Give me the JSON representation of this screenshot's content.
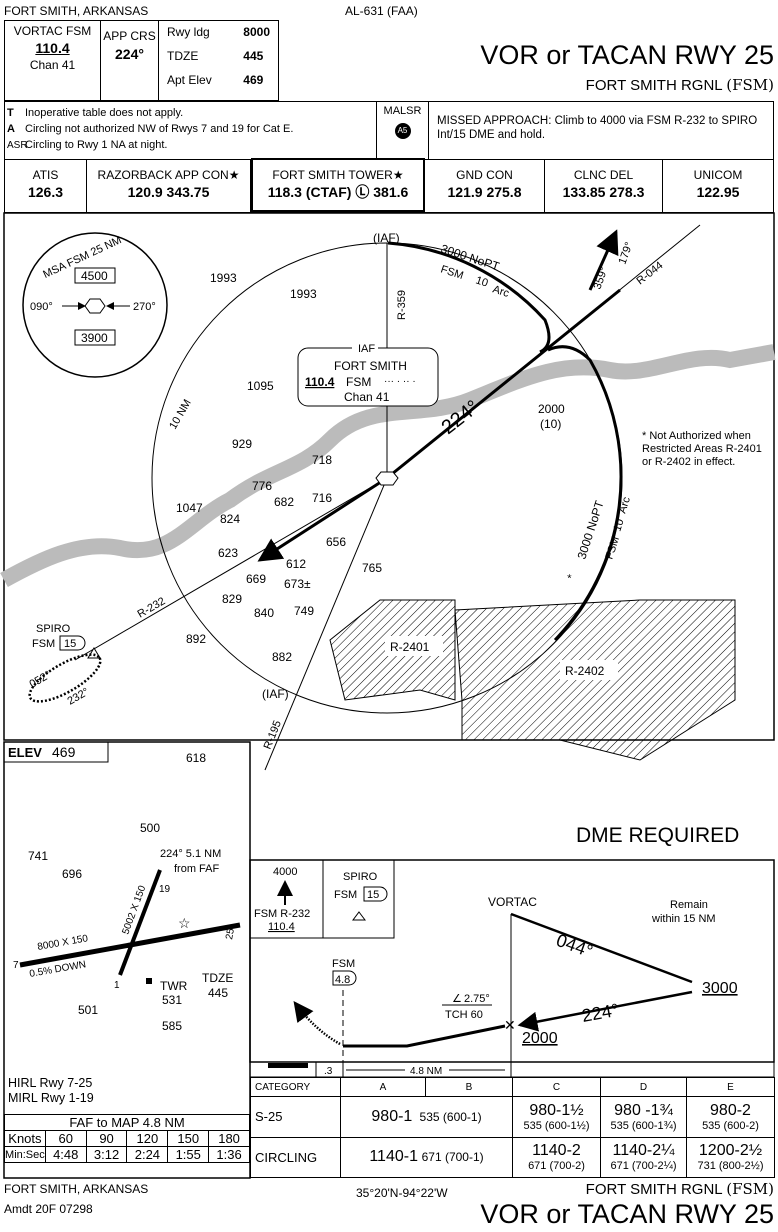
{
  "header": {
    "location": "FORT SMITH, ARKANSAS",
    "chart_id": "AL-631 (FAA)",
    "title": "VOR or TACAN RWY 25",
    "airport": "FORT SMITH RGNL",
    "airport_id": "(FSM)"
  },
  "briefing": {
    "nav_label": "VORTAC FSM",
    "nav_freq": "110.4",
    "nav_chan": "Chan 41",
    "app_crs_label": "APP CRS",
    "app_crs": "224°",
    "rwy_ldg_label": "Rwy ldg",
    "rwy_ldg": "8000",
    "tdze_label": "TDZE",
    "tdze": "445",
    "apt_elev_label": "Apt Elev",
    "apt_elev": "469"
  },
  "notes": {
    "items": [
      {
        "symbol": "T",
        "text": "Inoperative table does not apply."
      },
      {
        "symbol": "A",
        "text": "Circling not authorized NW of Rwys 7 and 19 for Cat E."
      },
      {
        "symbol": "ASR",
        "text": "Circling to Rwy 1 NA at night."
      }
    ],
    "lighting": "MALSR",
    "lighting_badge": "A5",
    "missed_approach": "MISSED APPROACH:  Climb to 4000 via FSM R-232 to SPIRO Int/15 DME and hold."
  },
  "frequencies": [
    {
      "name": "ATIS",
      "value": "126.3"
    },
    {
      "name": "RAZORBACK APP CON★",
      "value": "120.9  343.75"
    },
    {
      "name": "FORT SMITH TOWER★",
      "value": "118.3 (CTAF) Ⓛ 381.6"
    },
    {
      "name": "GND CON",
      "value": "121.9  275.8"
    },
    {
      "name": "CLNC DEL",
      "value": "133.85  278.3"
    },
    {
      "name": "UNICOM",
      "value": "122.95"
    }
  ],
  "plan": {
    "msa_title": "MSA FSM 25 NM",
    "msa_north": "4500",
    "msa_south": "3900",
    "msa_left": "090°",
    "msa_right": "270°",
    "iaf_top": "(IAF)",
    "iaf_bottom": "(IAF)",
    "arc_top": "3000 NoPT",
    "arc_top_fix": "FSM",
    "arc_dme": "10",
    "arc_word": "Arc",
    "arc_right": "3000 NoPT",
    "arc_right_star": "*",
    "r359": "R-359",
    "r044": "R-044",
    "r232": "R-232",
    "r195": "R-195",
    "deg359": "359°",
    "deg179": "179°",
    "ten_nm": "10 NM",
    "facility": {
      "iaf": "IAF",
      "name": "FORT SMITH",
      "freq": "110.4",
      "ident": "FSM",
      "morse": "··· ·  ·· ·",
      "chan": "Chan 41"
    },
    "course": "224°",
    "fix_alt": "2000",
    "fix_dme": "(10)",
    "note": "* Not Authorized when Restricted Areas R-2401 or R-2402 in effect.",
    "spiro": "SPIRO",
    "spiro_fix": "FSM",
    "spiro_dme": "15",
    "hold_in": "052°",
    "hold_out": "232°",
    "r2401": "R-2401",
    "r2402": "R-2402",
    "dme_required": "DME REQUIRED",
    "elevations": [
      "1993",
      "1993",
      "1095",
      "929",
      "718",
      "776",
      "682",
      "716",
      "1047",
      "824",
      "623",
      "612",
      "656",
      "669",
      "673±",
      "765",
      "829",
      "840",
      "749",
      "892",
      "882"
    ]
  },
  "airport": {
    "elev_label": "ELEV",
    "elev": "469",
    "obs": [
      "618",
      "500",
      "741",
      "696",
      "501",
      "585"
    ],
    "faf_note1": "224° 5.1 NM",
    "faf_note2": "from FAF",
    "rwy1": "8000 X 150",
    "rwy2": "5002 X 150",
    "gradient": "0.5% DOWN",
    "twr": "TWR",
    "twr_elev": "531",
    "tdze": "TDZE",
    "tdze_val": "445",
    "r7": "7",
    "r25": "25",
    "r1": "1",
    "r19": "19",
    "lights": [
      "HIRL Rwy 7-25",
      "MIRL Rwy 1-19"
    ],
    "faf_map": "FAF to MAP  4.8 NM",
    "timing": {
      "knots_label": "Knots",
      "knots": [
        "60",
        "90",
        "120",
        "150",
        "180"
      ],
      "time_label": "Min:Sec",
      "times": [
        "4:48",
        "3:12",
        "2:24",
        "1:55",
        "1:36"
      ]
    }
  },
  "profile": {
    "ma_alt": "4000",
    "ma_radial": "FSM R-232",
    "ma_freq": "110.4",
    "hold_fix": "SPIRO",
    "hold_fix_dme_ident": "FSM",
    "hold_fix_dme": "15",
    "vortac": "VORTAC",
    "remain": "Remain",
    "remain2": "within 15 NM",
    "outbound": "044°",
    "inbound": "224°",
    "proc_alt": "3000",
    "fix_alt": "2000",
    "faf_ident": "FSM",
    "faf_dme": "4.8",
    "gs": "2.75°",
    "tch": "TCH 60",
    "scale1": ".3",
    "scale2": "4.8 NM"
  },
  "minimums": {
    "headers": [
      "CATEGORY",
      "A",
      "B",
      "C",
      "D",
      "E"
    ],
    "rows": [
      {
        "label": "S-25",
        "ab_main": "980-1",
        "ab_sub": "535 (600-1)",
        "c_main": "980-1½",
        "c_sub": "535 (600-1½)",
        "d_main": "980 -1¾",
        "d_sub": "535 (600-1¾)",
        "e_main": "980-2",
        "e_sub": "535 (600-2)"
      },
      {
        "label": "CIRCLING",
        "ab_main": "1140-1",
        "ab_sub": "671 (700-1)",
        "c_main": "1140-2",
        "c_sub": "671 (700-2)",
        "d_main": "1140-2¼",
        "d_sub": "671 (700-2¼)",
        "e_main": "1200-2½",
        "e_sub": "731 (800-2½)"
      }
    ]
  },
  "footer": {
    "location": "FORT SMITH, ARKANSAS",
    "amendment": "Amdt 20F  07298",
    "coords": "35°20'N-94°22'W",
    "airport": "FORT SMITH RGNL",
    "airport_id": "(FSM)",
    "title": "VOR or TACAN RWY 25"
  }
}
